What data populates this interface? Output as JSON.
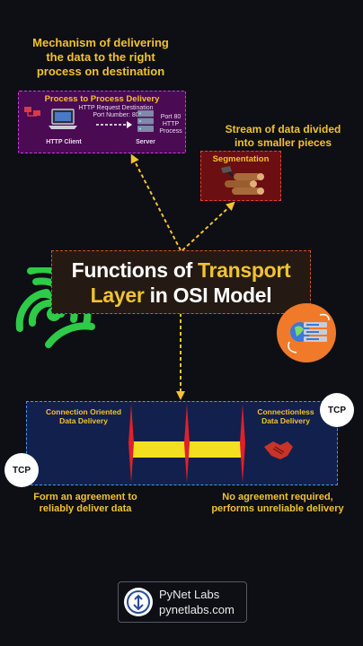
{
  "top_caption": {
    "line1": "Mechanism of delivering",
    "line2": "the data to the right",
    "line3": "process on destination"
  },
  "process_box": {
    "title": "Process to Process Delivery",
    "request_line1": "HTTP Request Destination",
    "request_line2": "Port Number: 80",
    "client_label": "HTTP Client",
    "server_label": "Server",
    "port_line1": "Port 80",
    "port_line2": "HTTP",
    "port_line3": "Process"
  },
  "segmentation": {
    "caption_line1": "Stream of data divided",
    "caption_line2": "into smaller pieces",
    "title": "Segmentation"
  },
  "title": {
    "line1_white": "Functions of ",
    "line1_accent": "Transport",
    "line2_accent": "Layer",
    "line2_white": " in OSI Model"
  },
  "connection": {
    "left_label_line1": "Connection Oriented",
    "left_label_line2": "Data Delivery",
    "right_label_line1": "Connectionless",
    "right_label_line2": "Data Delivery",
    "left_badge": "TCP",
    "right_badge": "TCP"
  },
  "bottom_left": {
    "line1": "Form an agreement to",
    "line2": "reliably deliver data"
  },
  "bottom_right": {
    "line1": "No agreement required,",
    "line2": "performs unreliable delivery"
  },
  "logo": {
    "name": "PyNet Labs",
    "url": "pynetlabs.com"
  },
  "colors": {
    "accent": "#f2c230",
    "background": "#0d0f14",
    "process_box": "#4a0b53",
    "connection_box": "#12204d",
    "segmentation_box": "#6b0f12"
  }
}
